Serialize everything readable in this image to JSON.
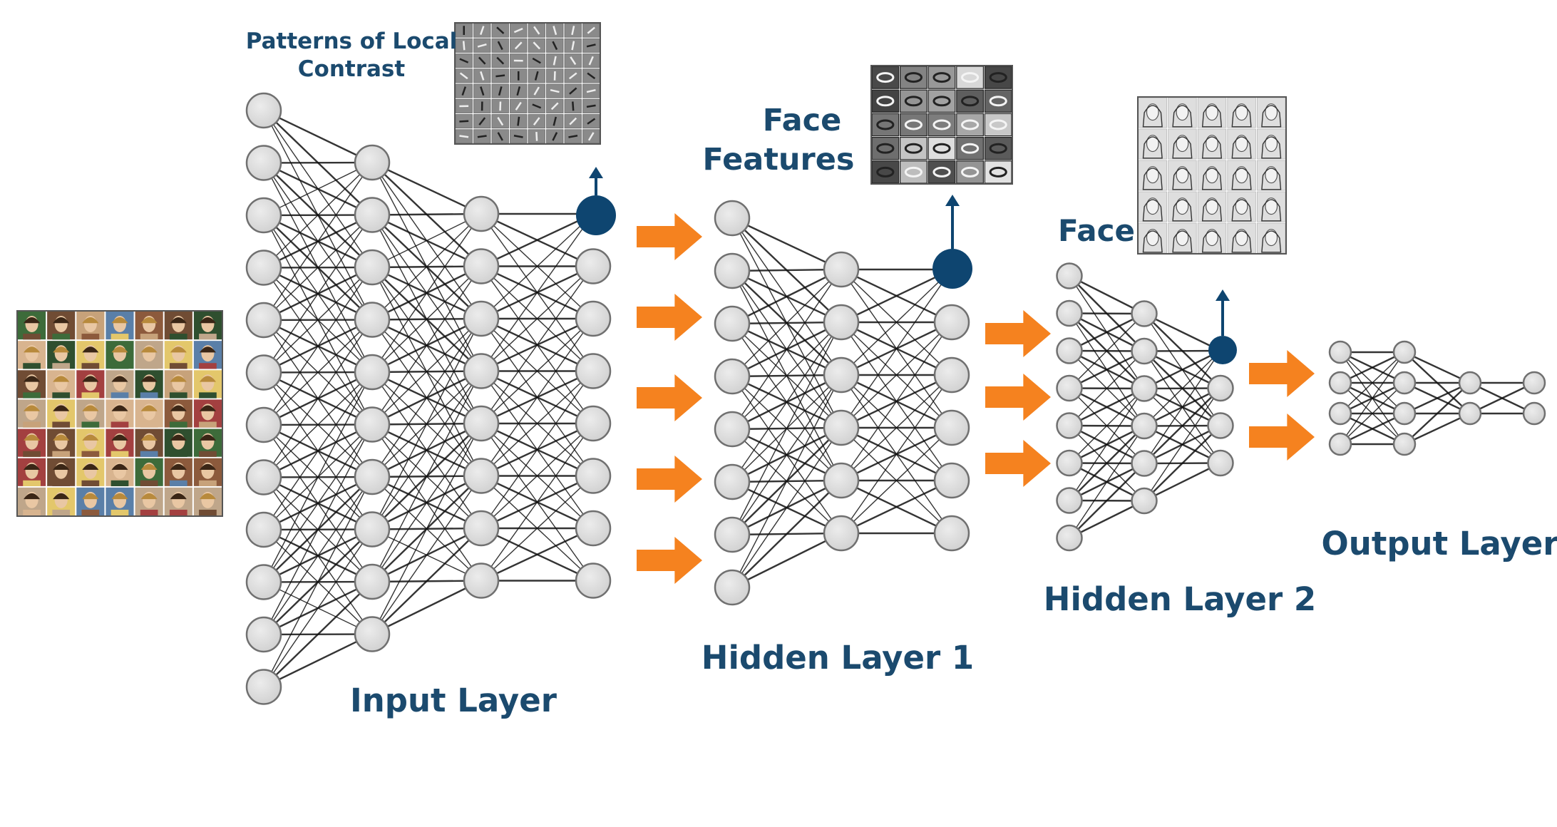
{
  "labels": {
    "patterns_line1": "Patterns of Local",
    "patterns_line2": "Contrast",
    "face_features_line1": "Face",
    "face_features_line2": "Features",
    "face": "Face",
    "input_layer": "Input Layer",
    "hidden_layer_1": "Hidden Layer 1",
    "hidden_layer_2": "Hidden Layer 2",
    "output_layer": "Output Layer"
  },
  "colors": {
    "label_text": "#1b4a6e",
    "highlight_node": "#0e4570",
    "arrow": "#f5821f",
    "node_fill": "#d9d9d9",
    "node_stroke": "#707070"
  },
  "networks": [
    {
      "name": "input-network",
      "layer_sizes": [
        12,
        10,
        8,
        8
      ],
      "highlight": [
        3,
        0
      ]
    },
    {
      "name": "hidden1-network",
      "layer_sizes": [
        8,
        6,
        6
      ],
      "highlight": [
        2,
        0
      ]
    },
    {
      "name": "hidden2-network",
      "layer_sizes": [
        8,
        6,
        4
      ],
      "highlight": [
        2,
        0
      ]
    },
    {
      "name": "output-network",
      "layer_sizes": [
        4,
        4,
        2,
        2
      ],
      "highlight": null
    }
  ],
  "arrow_groups": [
    5,
    3,
    2
  ],
  "thumbnails": {
    "input_faces": {
      "rows": 7,
      "cols": 7,
      "style": "color-photos"
    },
    "local_contrast": {
      "rows": 8,
      "cols": 8,
      "style": "gabor-patches"
    },
    "face_features": {
      "rows": 5,
      "cols": 5,
      "style": "grayscale-features"
    },
    "face_sketches": {
      "rows": 5,
      "cols": 5,
      "style": "sketch-faces"
    }
  }
}
